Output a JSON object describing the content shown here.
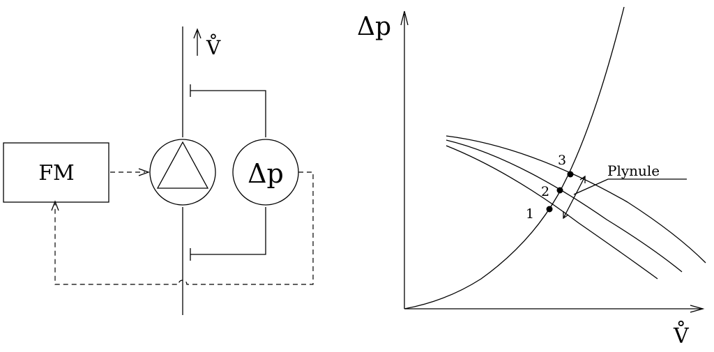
{
  "left_diagram": {
    "fm_label": "FM",
    "dp_label": "Δp",
    "flow_label": "V̊"
  },
  "right_diagram": {
    "y_axis_label": "Δp",
    "x_axis_label": "V̊",
    "point_labels": [
      "1",
      "2",
      "3"
    ],
    "callout_label": "Plynule"
  }
}
